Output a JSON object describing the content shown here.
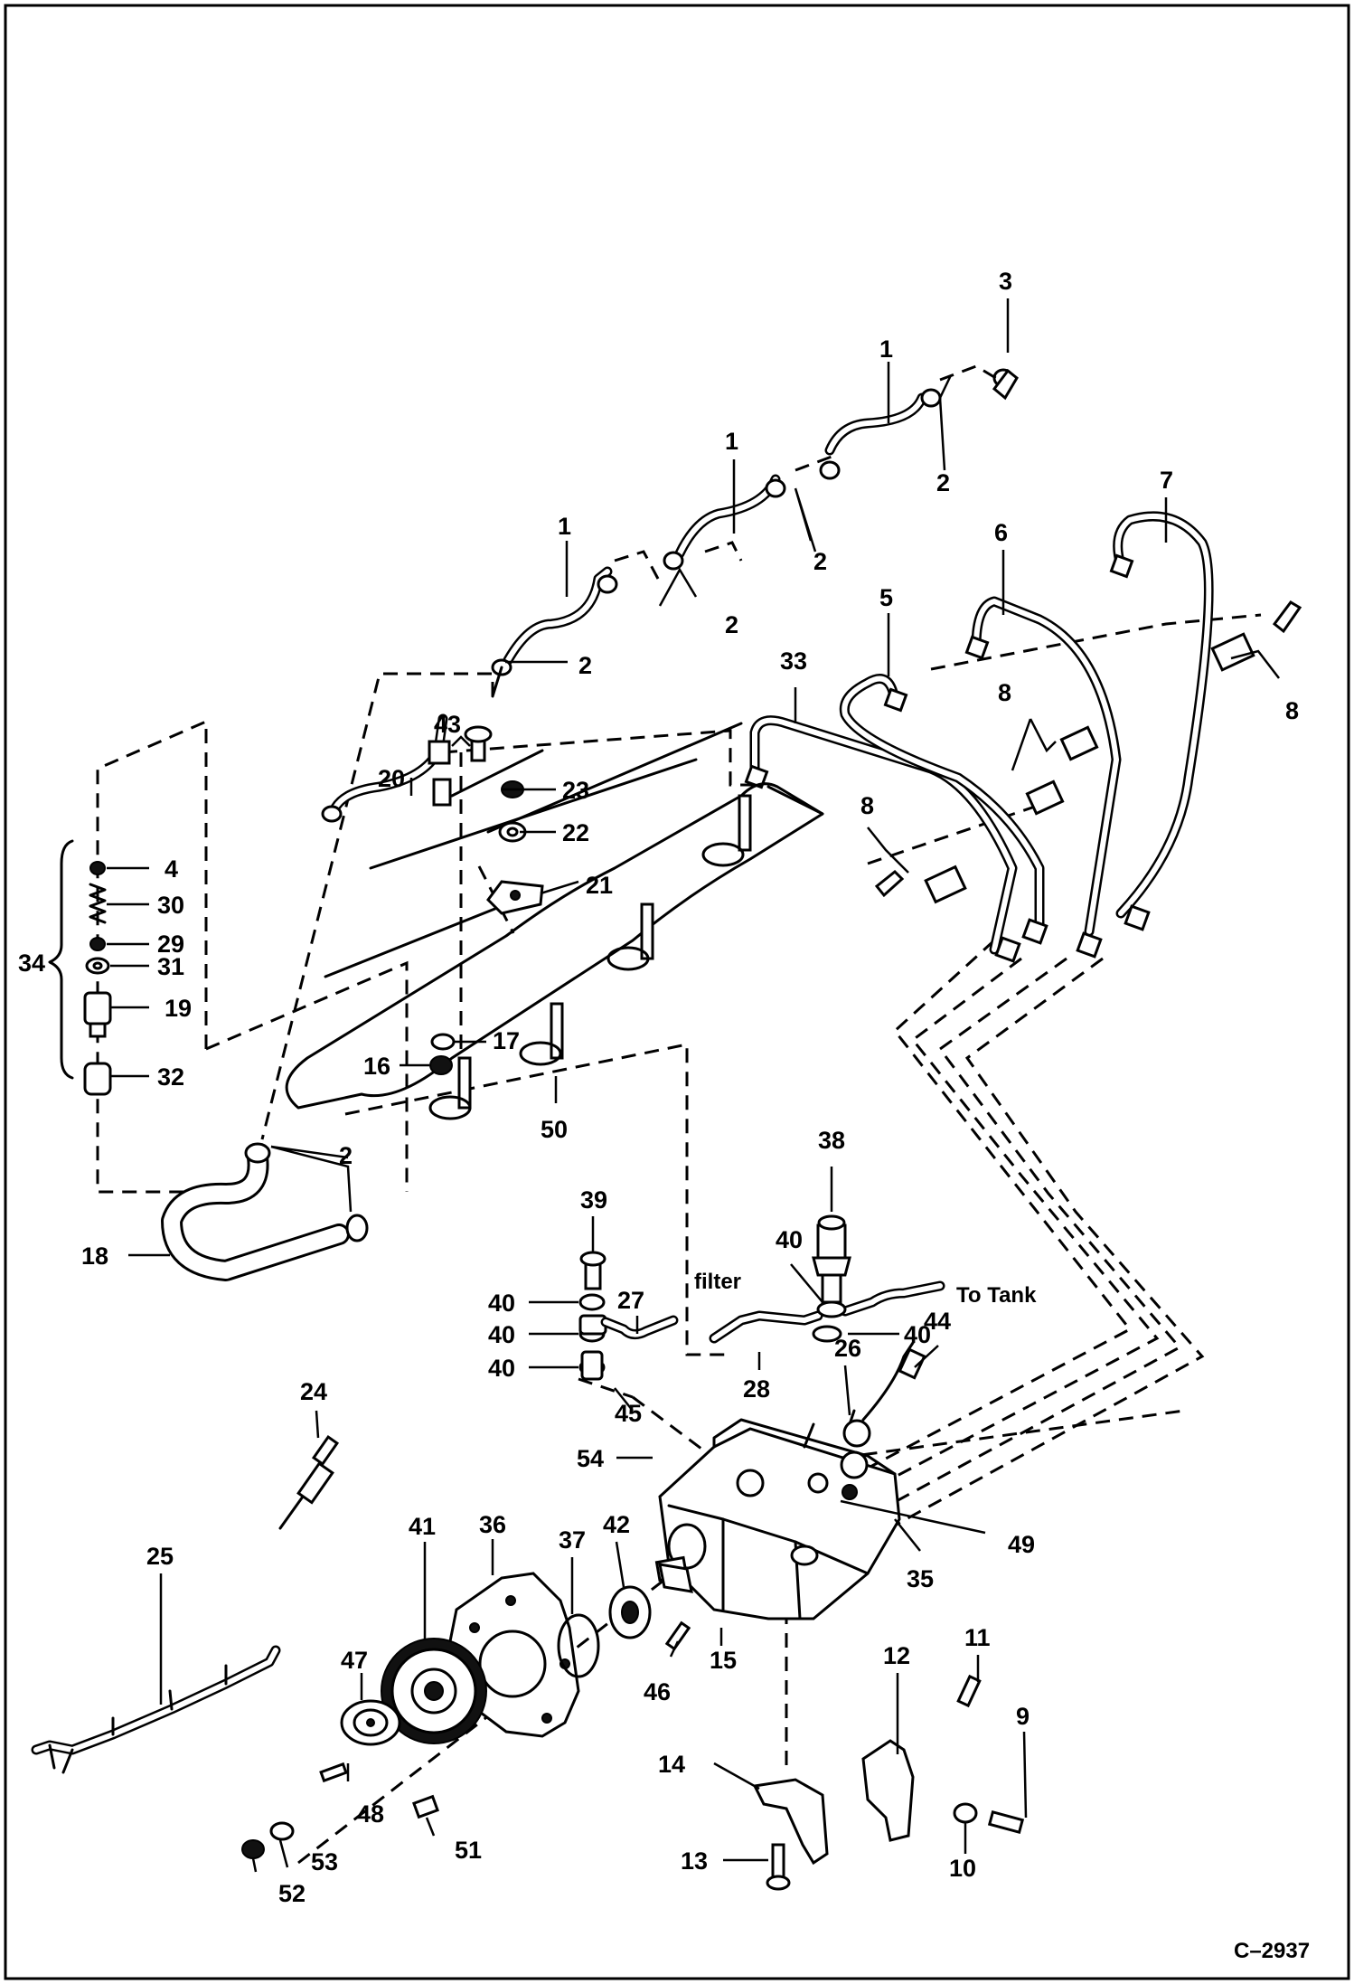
{
  "figure_id": "C–2937",
  "annotations": {
    "filter": "filter",
    "to_tank": "To Tank"
  },
  "labels": {
    "p1a": "1",
    "p1b": "1",
    "p1c": "1",
    "p2a": "2",
    "p2b": "2",
    "p2c": "2",
    "p2d": "2",
    "p2e": "2",
    "p3": "3",
    "p4": "4",
    "p5": "5",
    "p6": "6",
    "p7": "7",
    "p8a": "8",
    "p8b": "8",
    "p8c": "8",
    "p9": "9",
    "p10": "10",
    "p11": "11",
    "p12": "12",
    "p13": "13",
    "p14": "14",
    "p15": "15",
    "p16": "16",
    "p17": "17",
    "p18": "18",
    "p19": "19",
    "p20": "20",
    "p21": "21",
    "p22": "22",
    "p23": "23",
    "p24": "24",
    "p25": "25",
    "p26": "26",
    "p27": "27",
    "p28": "28",
    "p29": "29",
    "p30": "30",
    "p31": "31",
    "p32": "32",
    "p33": "33",
    "p34": "34",
    "p35": "35",
    "p36": "36",
    "p37": "37",
    "p38": "38",
    "p39": "39",
    "p40a": "40",
    "p40b": "40",
    "p40c": "40",
    "p40d": "40",
    "p40e": "40",
    "p41": "41",
    "p42": "42",
    "p43": "43",
    "p44": "44",
    "p45": "45",
    "p46": "46",
    "p47": "47",
    "p48": "48",
    "p49": "49",
    "p50": "50",
    "p51": "51",
    "p52": "52",
    "p53": "53",
    "p54": "54"
  }
}
